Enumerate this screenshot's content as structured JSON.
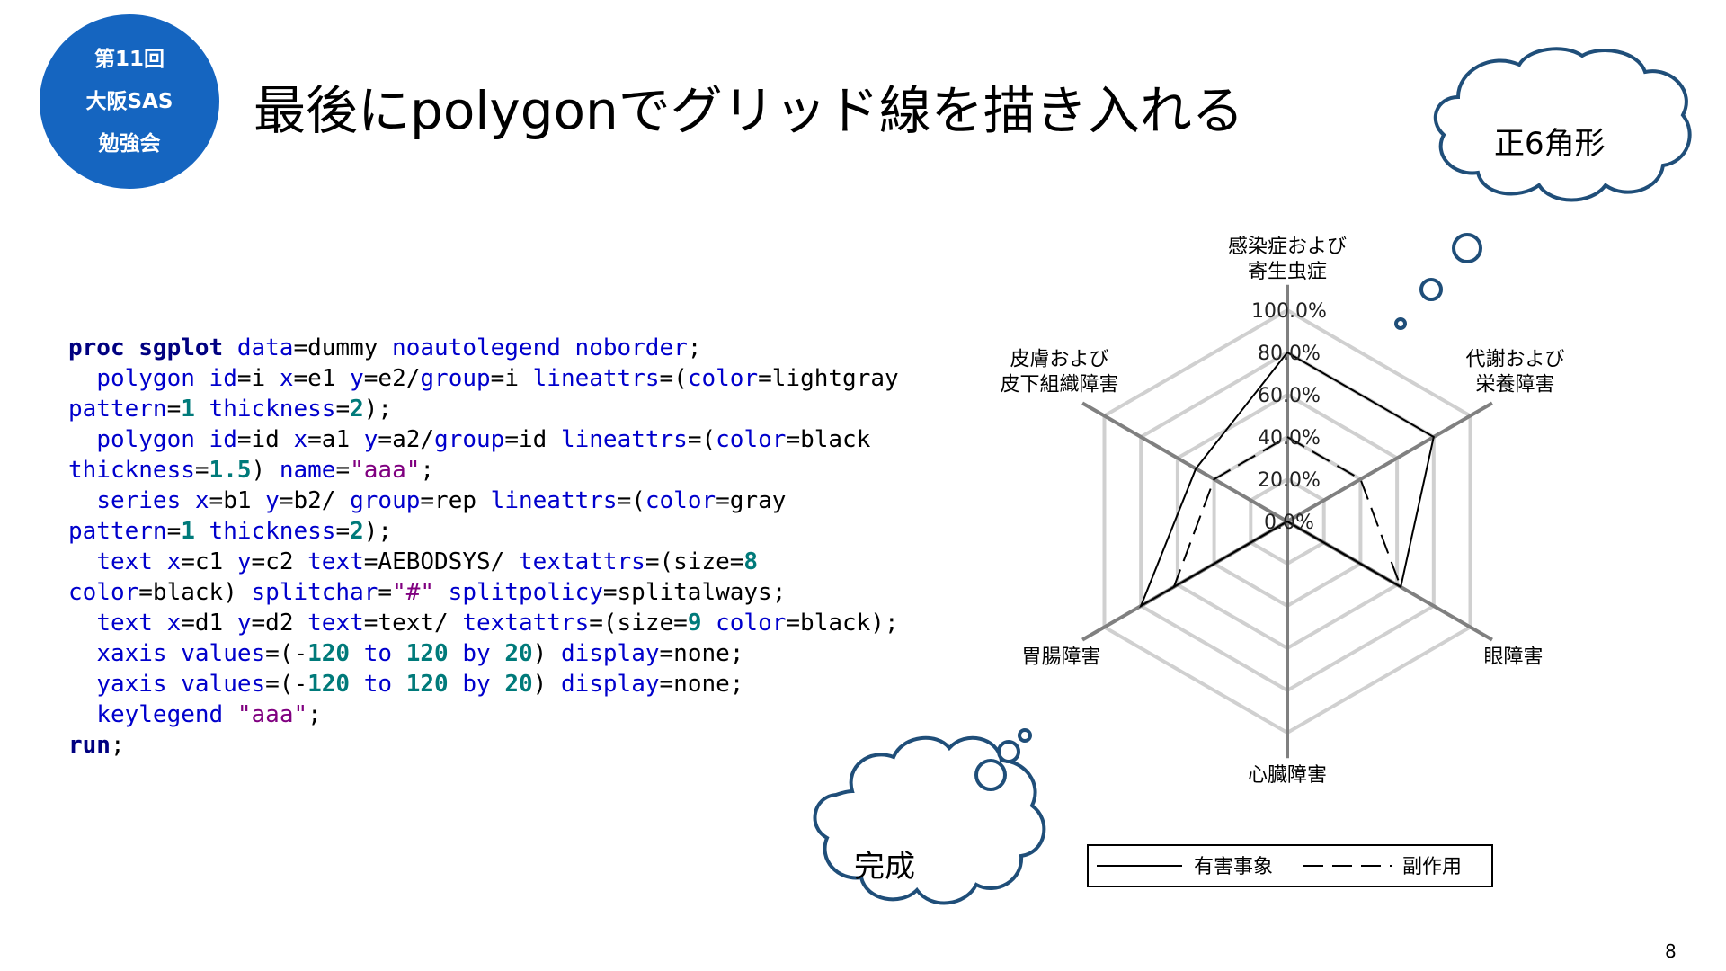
{
  "badge": {
    "line1": "第11回",
    "line2": "大阪SAS",
    "line3": "勉強会"
  },
  "title": "最後にpolygonでグリッド線を描き入れる",
  "clouds": {
    "hexagon": "正6角形",
    "complete": "完成"
  },
  "code_lines": [
    [
      [
        "kw",
        "proc sgplot "
      ],
      [
        "opt",
        "data"
      ],
      [
        "",
        "=dummy "
      ],
      [
        "opt",
        "noautolegend noborder"
      ],
      [
        "",
        ";"
      ]
    ],
    [
      [
        "",
        "  "
      ],
      [
        "opt",
        "polygon id"
      ],
      [
        "",
        "=i "
      ],
      [
        "opt",
        "x"
      ],
      [
        "",
        "=e1 "
      ],
      [
        "opt",
        "y"
      ],
      [
        "",
        "=e2/"
      ],
      [
        "opt",
        "group"
      ],
      [
        "",
        "=i "
      ],
      [
        "opt",
        "lineattrs"
      ],
      [
        "",
        "=("
      ],
      [
        "opt",
        "color"
      ],
      [
        "",
        "=lightgray"
      ]
    ],
    [
      [
        "opt",
        "pattern"
      ],
      [
        "",
        "="
      ],
      [
        "num",
        "1"
      ],
      [
        "",
        ""
      ],
      [
        "opt",
        " thickness"
      ],
      [
        "",
        "="
      ],
      [
        "num",
        "2"
      ],
      [
        "",
        ");"
      ]
    ],
    [
      [
        "",
        "  "
      ],
      [
        "opt",
        "polygon id"
      ],
      [
        "",
        "=id "
      ],
      [
        "opt",
        "x"
      ],
      [
        "",
        "=a1 "
      ],
      [
        "opt",
        "y"
      ],
      [
        "",
        "=a2/"
      ],
      [
        "opt",
        "group"
      ],
      [
        "",
        "=id "
      ],
      [
        "opt",
        "lineattrs"
      ],
      [
        "",
        "=("
      ],
      [
        "opt",
        "color"
      ],
      [
        "",
        "=black"
      ]
    ],
    [
      [
        "opt",
        "thickness"
      ],
      [
        "",
        "="
      ],
      [
        "num",
        "1.5"
      ],
      [
        "",
        ") "
      ],
      [
        "opt",
        "name"
      ],
      [
        "",
        "="
      ],
      [
        "str",
        "\"aaa\""
      ],
      [
        "",
        ";"
      ]
    ],
    [
      [
        "",
        "  "
      ],
      [
        "opt",
        "series x"
      ],
      [
        "",
        "=b1 "
      ],
      [
        "opt",
        "y"
      ],
      [
        "",
        "=b2/ "
      ],
      [
        "opt",
        "group"
      ],
      [
        "",
        "=rep "
      ],
      [
        "opt",
        "lineattrs"
      ],
      [
        "",
        "=("
      ],
      [
        "opt",
        "color"
      ],
      [
        "",
        "=gray"
      ]
    ],
    [
      [
        "opt",
        "pattern"
      ],
      [
        "",
        "="
      ],
      [
        "num",
        "1"
      ],
      [
        "opt",
        " thickness"
      ],
      [
        "",
        "="
      ],
      [
        "num",
        "2"
      ],
      [
        "",
        ");"
      ]
    ],
    [
      [
        "",
        "  "
      ],
      [
        "opt",
        "text x"
      ],
      [
        "",
        "=c1 "
      ],
      [
        "opt",
        "y"
      ],
      [
        "",
        "=c2 "
      ],
      [
        "opt",
        "text"
      ],
      [
        "",
        "=AEBODSYS/ "
      ],
      [
        "opt",
        "textattrs"
      ],
      [
        "",
        "=(size="
      ],
      [
        "num",
        "8"
      ]
    ],
    [
      [
        "opt",
        "color"
      ],
      [
        "",
        "=black) "
      ],
      [
        "opt",
        "splitchar"
      ],
      [
        "",
        "="
      ],
      [
        "str",
        "\"#\""
      ],
      [
        "opt",
        " splitpolicy"
      ],
      [
        "",
        "=splitalways;"
      ]
    ],
    [
      [
        "",
        "  "
      ],
      [
        "opt",
        "text x"
      ],
      [
        "",
        "=d1 "
      ],
      [
        "opt",
        "y"
      ],
      [
        "",
        "=d2 "
      ],
      [
        "opt",
        "text"
      ],
      [
        "",
        "=text/ "
      ],
      [
        "opt",
        "textattrs"
      ],
      [
        "",
        "=(size="
      ],
      [
        "num",
        "9"
      ],
      [
        "opt",
        " color"
      ],
      [
        "",
        "=black);"
      ]
    ],
    [
      [
        "",
        "  "
      ],
      [
        "opt",
        "xaxis values"
      ],
      [
        "",
        "=(-"
      ],
      [
        "num",
        "120"
      ],
      [
        "opt",
        " to "
      ],
      [
        "num",
        "120"
      ],
      [
        "opt",
        " by "
      ],
      [
        "num",
        "20"
      ],
      [
        "",
        ") "
      ],
      [
        "opt",
        "display"
      ],
      [
        "",
        "=none;"
      ]
    ],
    [
      [
        "",
        "  "
      ],
      [
        "opt",
        "yaxis values"
      ],
      [
        "",
        "=(-"
      ],
      [
        "num",
        "120"
      ],
      [
        "opt",
        " to "
      ],
      [
        "num",
        "120"
      ],
      [
        "opt",
        " by "
      ],
      [
        "num",
        "20"
      ],
      [
        "",
        ") "
      ],
      [
        "opt",
        "display"
      ],
      [
        "",
        "=none;"
      ]
    ],
    [
      [
        "",
        "  "
      ],
      [
        "opt",
        "keylegend "
      ],
      [
        "str",
        "\"aaa\""
      ],
      [
        "",
        ";"
      ]
    ],
    [
      [
        "kw",
        "run"
      ],
      [
        "",
        ";"
      ]
    ]
  ],
  "chart_data": {
    "type": "radar",
    "categories": [
      "感染症および#寄生虫症",
      "代謝および#栄養障害",
      "眼障害",
      "心臓障害",
      "胃腸障害",
      "皮膚および#皮下組織障害"
    ],
    "tick_labels": [
      "0.0%",
      "20.0%",
      "40.0%",
      "60.0%",
      "80.0%",
      "100.0%"
    ],
    "rlim": [
      0,
      100
    ],
    "series": [
      {
        "name": "有害事象",
        "style": "solid",
        "values": [
          80,
          80,
          62,
          0,
          80,
          50
        ]
      },
      {
        "name": "副作用",
        "style": "dashed",
        "values": [
          40,
          40,
          62,
          0,
          62,
          40
        ]
      }
    ],
    "legend": "bottom"
  },
  "page_number": "8"
}
